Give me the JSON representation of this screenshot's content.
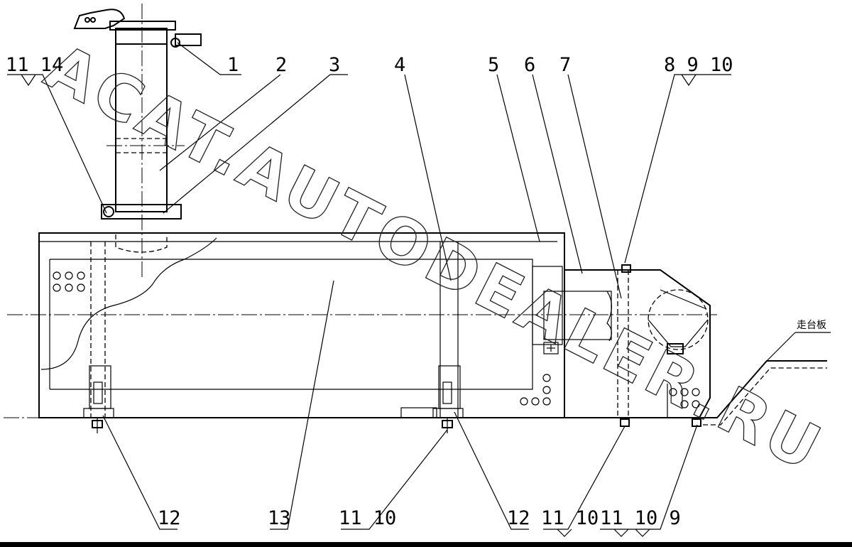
{
  "watermark": "ACAT.AUTODEALER.RU",
  "walkway_label": "走台板",
  "callouts": {
    "c1": "1",
    "c2": "2",
    "c3": "3",
    "c4": "4",
    "c5": "5",
    "c6": "6",
    "c7": "7",
    "c8_9_10": "8 9 10",
    "c11_14": "11 14",
    "b12_left": "12",
    "b13": "13",
    "b11_10_mid": "11 10",
    "b12_right": "12",
    "b11_10_right_a": "11 10",
    "b11_10_9": "11 10 9"
  }
}
